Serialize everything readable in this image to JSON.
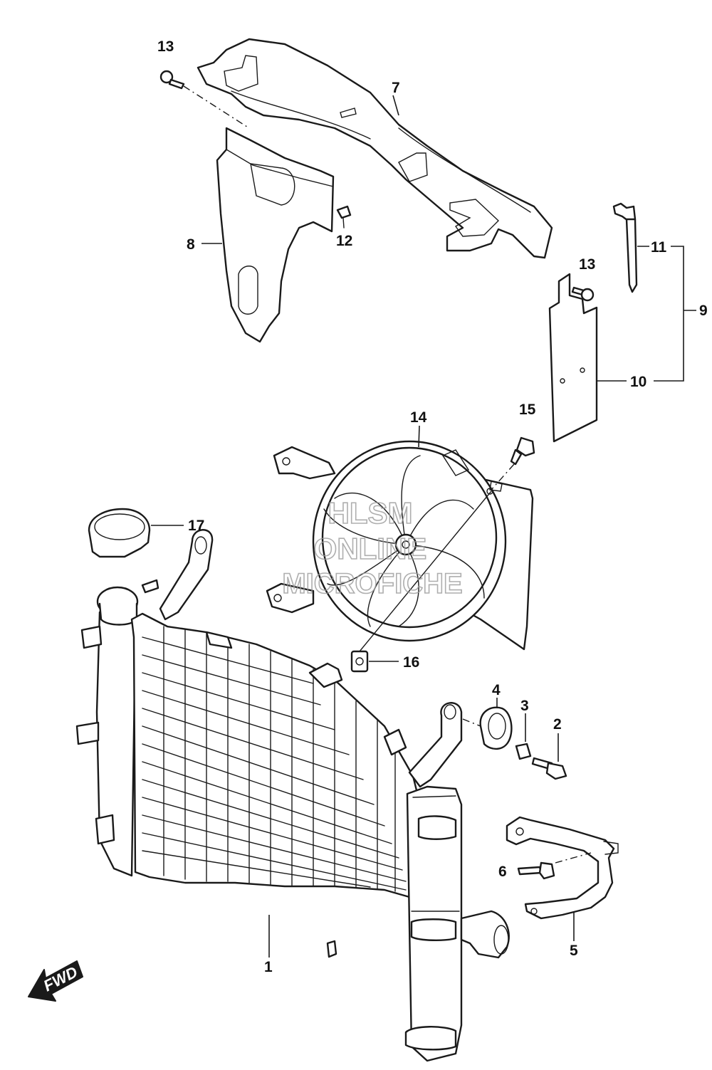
{
  "callouts": {
    "c1": "1",
    "c2": "2",
    "c3": "3",
    "c4": "4",
    "c5": "5",
    "c6": "6",
    "c7": "7",
    "c8": "8",
    "c9": "9",
    "c10": "10",
    "c11": "11",
    "c12": "12",
    "c13a": "13",
    "c13b": "13",
    "c14": "14",
    "c15": "15",
    "c16": "16",
    "c17": "17"
  },
  "watermark": {
    "line1": "HLSM",
    "line2": "ONLINE",
    "line3": "MICROFICHE"
  },
  "direction_arrow": {
    "label": "FWD",
    "icon": "fwd-arrow-icon"
  },
  "colors": {
    "line": "#1a1a1a",
    "watermark": "#9a9a9a",
    "background": "#ffffff"
  }
}
